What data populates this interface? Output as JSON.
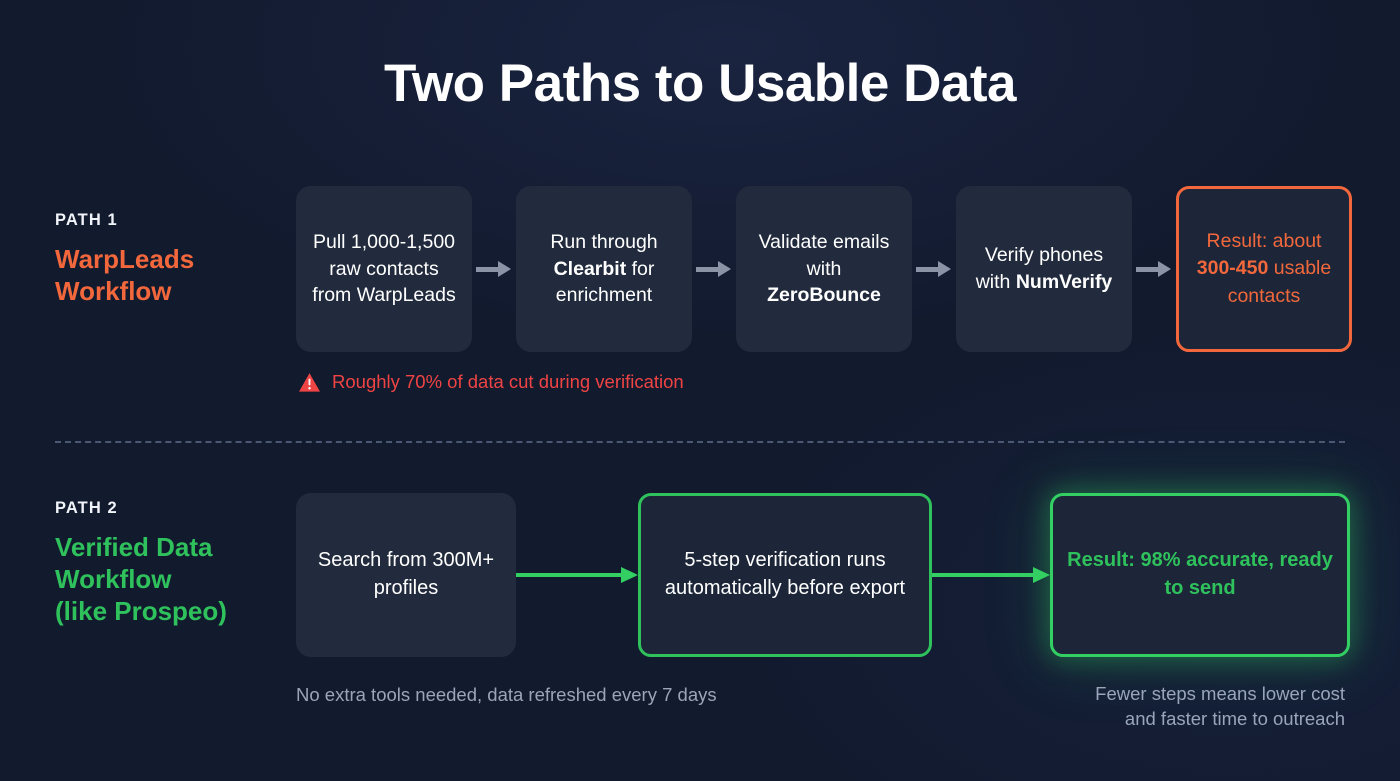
{
  "title": "Two Paths to Usable Data",
  "colors": {
    "background": "#121a2e",
    "node_fill": "#222b3d",
    "orange": "#f2683c",
    "green": "#2fc15c",
    "green_bright": "#33cf63",
    "red": "#ef4444",
    "arrow_gray": "#8a94a6",
    "muted_text": "#9aa5ba",
    "divider": "#4b5874"
  },
  "path1": {
    "kicker": "PATH 1",
    "title_line1": "WarpLeads",
    "title_line2": "Workflow",
    "steps": [
      {
        "text_plain": "Pull 1,000-1,500 raw contacts from WarpLeads",
        "pre": "Pull 1,000-1,500 raw contacts from WarpLeads",
        "bold": "",
        "post": ""
      },
      {
        "text_plain": "Run through Clearbit for enrichment",
        "pre": "Run through ",
        "bold": "Clearbit",
        "post": " for enrichment"
      },
      {
        "text_plain": "Validate emails with ZeroBounce",
        "pre": "Validate emails with ",
        "bold": "ZeroBounce",
        "post": ""
      },
      {
        "text_plain": "Verify phones with NumVerify",
        "pre": "Verify phones with ",
        "bold": "NumVerify",
        "post": ""
      }
    ],
    "result": {
      "text_plain": "Result: about 300-450 usable contacts",
      "pre": "Result: about ",
      "bold": "300-450",
      "post": " usable contacts"
    },
    "warning": {
      "icon": "warning-triangle-icon",
      "text": "Roughly 70% of data cut during verification"
    }
  },
  "path2": {
    "kicker": "PATH 2",
    "title_line1": "Verified Data",
    "title_line2": "Workflow",
    "title_line3": "(like Prospeo)",
    "steps": [
      {
        "text_plain": "Search from 300M+ profiles"
      },
      {
        "text_plain": "5-step verification runs automatically before export"
      }
    ],
    "result": {
      "text_plain": "Result: 98% accurate, ready to send"
    },
    "caption_left": "No extra tools needed, data refreshed every 7 days",
    "caption_right_line1": "Fewer steps means lower cost",
    "caption_right_line2": "and faster time to outreach"
  }
}
